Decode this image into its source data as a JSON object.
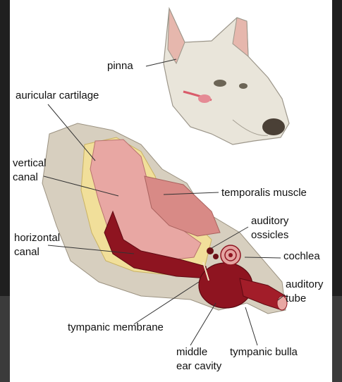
{
  "labels": {
    "pinna": "pinna",
    "auricular_cartilage": "auricular cartilage",
    "vertical_canal_1": "vertical",
    "vertical_canal_2": "canal",
    "temporalis_muscle": "temporalis muscle",
    "auditory_ossicles_1": "auditory",
    "auditory_ossicles_2": "ossicles",
    "horizontal_canal_1": "horizontal",
    "horizontal_canal_2": "canal",
    "cochlea": "cochlea",
    "auditory_tube_1": "auditory",
    "auditory_tube_2": "tube",
    "tympanic_membrane": "tympanic membrane",
    "middle_ear_cavity_1": "middle",
    "middle_ear_cavity_2": "ear cavity",
    "tympanic_bulla": "tympanic bulla"
  },
  "colors": {
    "background": "#ffffff",
    "frame_dark": "#1f1f1f",
    "frame_lower": "#3b3b3b",
    "canal_red": "#8e1420",
    "canal_pink": "#e8a7a3",
    "fat_yellow": "#f1df9a",
    "fur_gray": "#c9c2b4"
  }
}
